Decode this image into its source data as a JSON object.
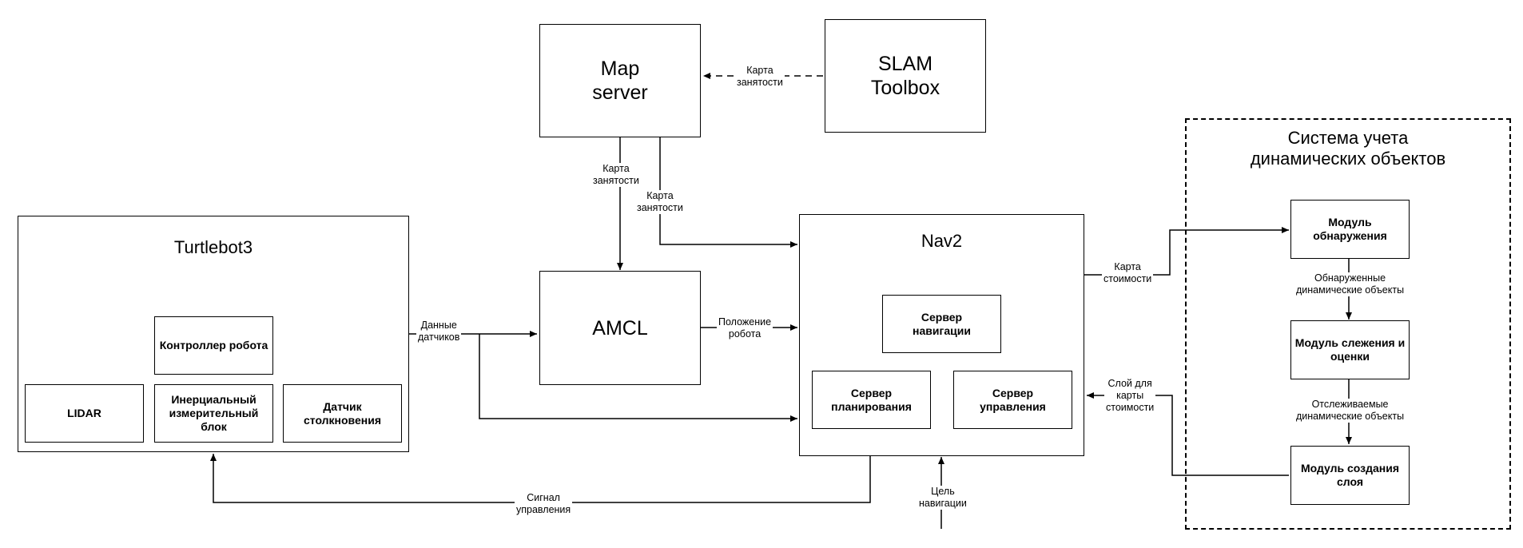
{
  "nodes": {
    "map_server": "Map\nserver",
    "slam_toolbox": "SLAM\nToolbox",
    "amcl": "AMCL",
    "turtlebot": "Turtlebot3",
    "robot_controller": "Контроллер робота",
    "lidar": "LIDAR",
    "imu": "Инерциальный\nизмерительный\nблок",
    "collision_sensor": "Датчик\nстолкновения",
    "nav2": "Nav2",
    "nav_server": "Сервер\nнавигации",
    "planner_server": "Сервер\nпланирования",
    "controller_server": "Сервер\nуправления",
    "dyn_system": "Система учета\nдинамических объектов",
    "detection_module": "Модуль\nобнаружения",
    "tracking_module": "Модуль слежения и\nоценки",
    "layer_module": "Модуль создания\nслоя"
  },
  "edges": {
    "slam_to_map": "Карта\nзанятости",
    "map_to_amcl": "Карта\nзанятости",
    "map_to_nav2": "Карта\nзанятости",
    "sensor_data": "Данные\nдатчиков",
    "robot_pose": "Положение\nробота",
    "costmap": "Карта\nстоимости",
    "detected_objects": "Обнаруженные\nдинамические объекты",
    "tracked_objects": "Отслеживаемые\nдинамические объекты",
    "costmap_layer": "Слой для\nкарты\nстоимости",
    "control_signal": "Сигнал\nуправления",
    "nav_goal": "Цель\nнавигации"
  }
}
